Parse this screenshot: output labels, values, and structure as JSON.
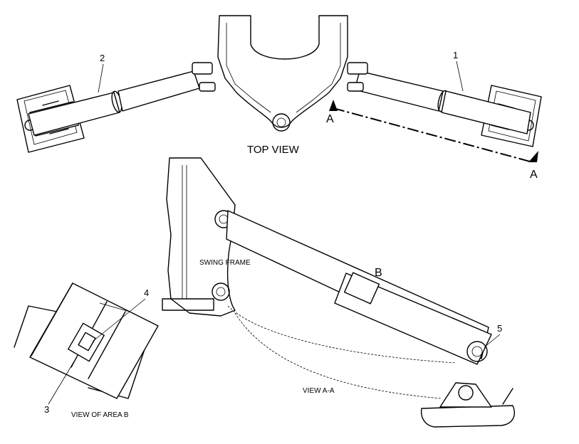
{
  "labels": {
    "top_view": "TOP VIEW",
    "swing_frame": "SWING FRAME",
    "view_aa": "VIEW A-A",
    "view_area_b": "VIEW OF AREA B",
    "section_a_left": "A",
    "section_a_right": "A",
    "detail_b": "B"
  },
  "callouts": [
    "1",
    "2",
    "3",
    "4",
    "5"
  ],
  "colors": {
    "ink": "#000000",
    "paper": "#ffffff"
  }
}
